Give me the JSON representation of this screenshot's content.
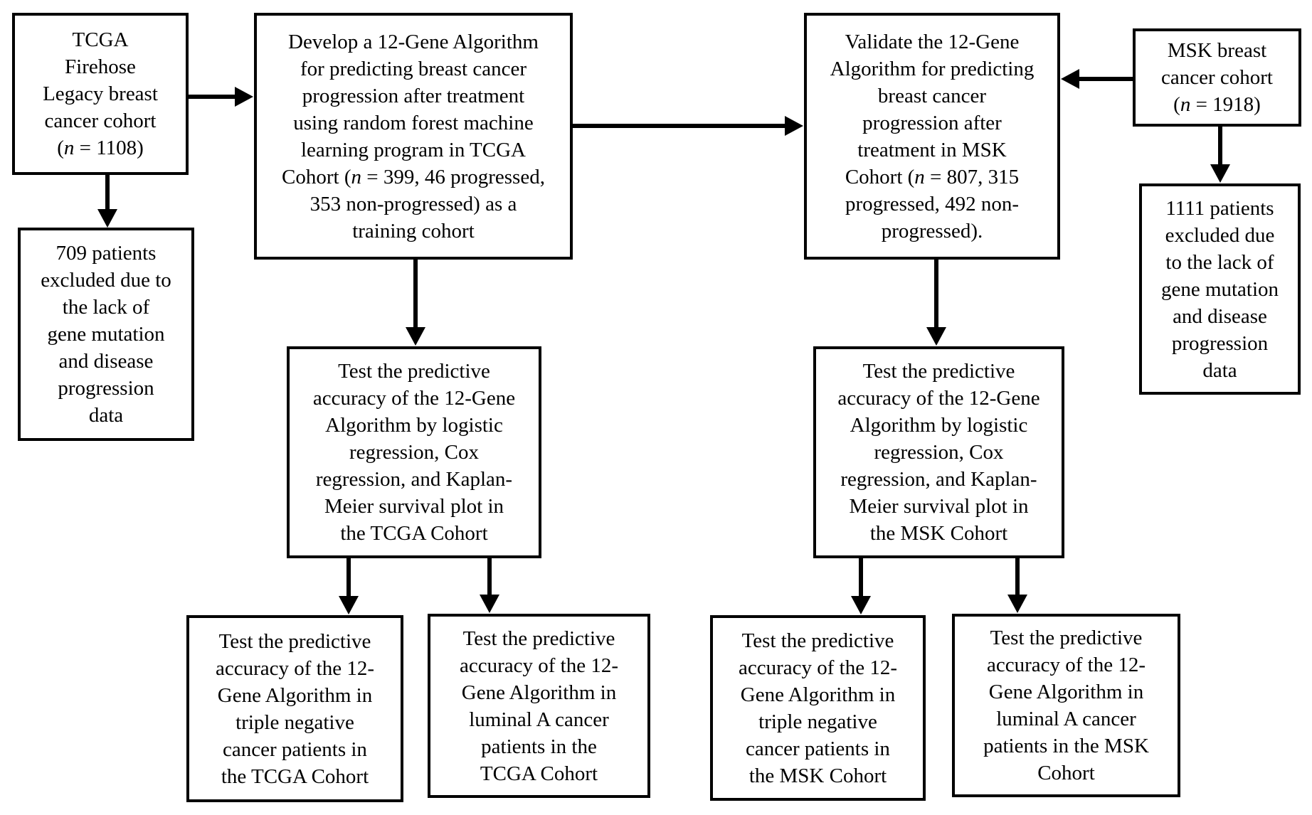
{
  "colors": {
    "border": "#000000",
    "background": "#ffffff",
    "text": "#000000",
    "arrow": "#000000"
  },
  "boxes": {
    "tcga_cohort": {
      "text": "TCGA\nFirehose\nLegacy breast\ncancer cohort\n(n = 1108)"
    },
    "tcga_excluded": {
      "text": "709 patients\nexcluded due to\nthe lack of\ngene mutation\nand disease\nprogression\ndata"
    },
    "develop": {
      "text": "Develop a 12-Gene Algorithm\nfor predicting breast cancer\nprogression after treatment\nusing random forest machine\nlearning program in TCGA\nCohort (n = 399, 46 progressed,\n353 non-progressed) as a\ntraining cohort"
    },
    "test_tcga": {
      "text": "Test the predictive\naccuracy of the 12-Gene\nAlgorithm by logistic\nregression, Cox\nregression, and Kaplan-\nMeier survival plot in\nthe TCGA Cohort"
    },
    "triple_negative_tcga": {
      "text": "Test the predictive\naccuracy of the 12-\nGene Algorithm in\ntriple negative\ncancer patients in\nthe TCGA Cohort"
    },
    "luminal_a_tcga": {
      "text": "Test the predictive\naccuracy of the 12-\nGene Algorithm in\nluminal A cancer\npatients in the\nTCGA Cohort"
    },
    "validate": {
      "text": "Validate the 12-Gene\nAlgorithm for predicting\nbreast cancer\nprogression after\ntreatment in MSK\nCohort (n = 807, 315\nprogressed, 492 non-\nprogressed)."
    },
    "test_msk": {
      "text": "Test the predictive\naccuracy of the 12-Gene\nAlgorithm by logistic\nregression, Cox\nregression, and Kaplan-\nMeier survival plot in\nthe MSK Cohort"
    },
    "triple_negative_msk": {
      "text": "Test the predictive\naccuracy of the 12-\nGene Algorithm in\ntriple negative\ncancer patients in\nthe MSK Cohort"
    },
    "luminal_a_msk": {
      "text": "Test the predictive\naccuracy of the 12-\nGene Algorithm in\nluminal A cancer\npatients in the MSK\nCohort"
    },
    "msk_cohort": {
      "text": "MSK breast\ncancer cohort\n(n = 1918)"
    },
    "msk_excluded": {
      "text": "1111 patients\nexcluded due\nto the lack of\ngene mutation\nand disease\nprogression\ndata"
    }
  },
  "edges": [
    {
      "from": "tcga_cohort",
      "to": "develop"
    },
    {
      "from": "tcga_cohort",
      "to": "tcga_excluded"
    },
    {
      "from": "develop",
      "to": "validate"
    },
    {
      "from": "develop",
      "to": "test_tcga"
    },
    {
      "from": "test_tcga",
      "to": "triple_negative_tcga"
    },
    {
      "from": "test_tcga",
      "to": "luminal_a_tcga"
    },
    {
      "from": "msk_cohort",
      "to": "validate"
    },
    {
      "from": "msk_cohort",
      "to": "msk_excluded"
    },
    {
      "from": "validate",
      "to": "test_msk"
    },
    {
      "from": "test_msk",
      "to": "triple_negative_msk"
    },
    {
      "from": "test_msk",
      "to": "luminal_a_msk"
    }
  ]
}
